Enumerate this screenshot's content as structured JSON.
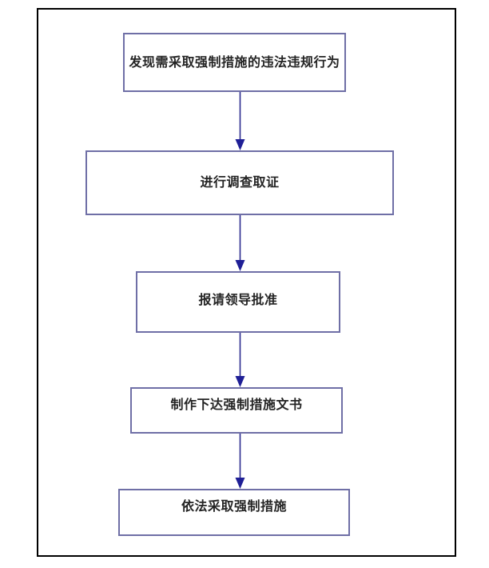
{
  "document": {
    "type": "flowchart",
    "title": "",
    "orientation": "vertical-top-to-bottom",
    "page_border_color": "#000000",
    "node_border_color": "#6f6fa6",
    "node_fill_color": "#ffffff",
    "arrow_color": "#1f1f96",
    "text_color": "#242424"
  },
  "nodes": [
    {
      "id": "node-1",
      "label": "发现需采取强制措施的违法违规行为",
      "shape": "rectangle",
      "step": 1
    },
    {
      "id": "node-2",
      "label": "进行调查取证",
      "shape": "rectangle",
      "step": 2
    },
    {
      "id": "node-3",
      "label": "报请领导批准",
      "shape": "rectangle",
      "step": 3
    },
    {
      "id": "node-4",
      "label": "制作下达强制措施文书",
      "shape": "rectangle",
      "step": 4
    },
    {
      "id": "node-5",
      "label": "依法采取强制措施",
      "shape": "rectangle",
      "step": 5
    }
  ],
  "edges": [
    {
      "id": "edge-1-2",
      "from": "node-1",
      "to": "node-2",
      "label": "",
      "arrowhead": "solid-triangle"
    },
    {
      "id": "edge-2-3",
      "from": "node-2",
      "to": "node-3",
      "label": "",
      "arrowhead": "solid-triangle"
    },
    {
      "id": "edge-3-4",
      "from": "node-3",
      "to": "node-4",
      "label": "",
      "arrowhead": "solid-triangle"
    },
    {
      "id": "edge-4-5",
      "from": "node-4",
      "to": "node-5",
      "label": "",
      "arrowhead": "solid-triangle"
    }
  ]
}
